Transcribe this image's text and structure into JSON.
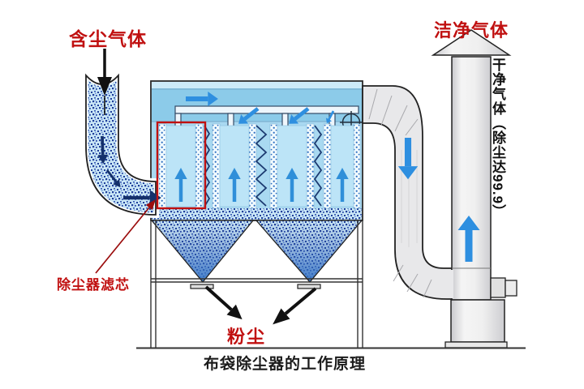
{
  "title": "布袋除尘器的工作原理",
  "labels": {
    "dusty_gas": "含尘气体",
    "clean_gas": "洁净气体",
    "clean_note_vertical": "干净气体（除尘达99.9）",
    "filter_element": "除尘器滤芯",
    "dust": "粉尘",
    "caption": "布袋除尘器的工作原理"
  },
  "colors": {
    "label_red": "#c01010",
    "annotation_red": "#9b0d0d",
    "flow_blue": "#2e8fe0",
    "panel_arrow_blue": "#2f8fd9",
    "navy": "#14306b",
    "box_fill": "#a9d9f1",
    "plenum_fill": "#8ccbe9",
    "hopper_blue": "#3b79c8",
    "speckle_dot": "#1f3f9a",
    "duct_gray": "#e8e8ea",
    "ink": "#222222"
  }
}
